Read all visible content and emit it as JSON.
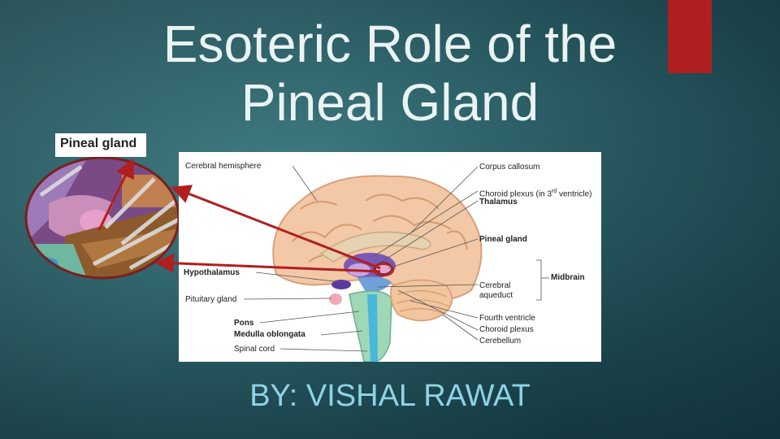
{
  "slide": {
    "title_line1": "Esoteric Role of the",
    "title_line2": "Pineal Gland",
    "subtitle": "BY: VISHAL RAWAT",
    "accent_color": "#b01f1f"
  },
  "inset": {
    "label": "Pineal gland"
  },
  "figure": {
    "labels_left": {
      "cerebral_hemisphere": "Cerebral hemisphere",
      "hypothalamus": "Hypothalamus",
      "pituitary_gland": "Pituitary gland",
      "pons": "Pons",
      "medulla_oblongata": "Medulla oblongata",
      "spinal_cord": "Spinal cord"
    },
    "labels_right": {
      "corpus_callosum": "Corpus callosum",
      "choroid_plexus_3rd": "Choroid plexus (in 3",
      "choroid_plexus_3rd_sup": "rd",
      "choroid_plexus_3rd_end": " ventricle)",
      "thalamus": "Thalamus",
      "pineal_gland": "Pineal gland",
      "cerebral": "Cerebral",
      "aqueduct": "aqueduct",
      "midbrain": "Midbrain",
      "fourth_ventricle": "Fourth ventricle",
      "choroid_plexus": "Choroid plexus",
      "cerebellum": "Cerebellum"
    }
  }
}
